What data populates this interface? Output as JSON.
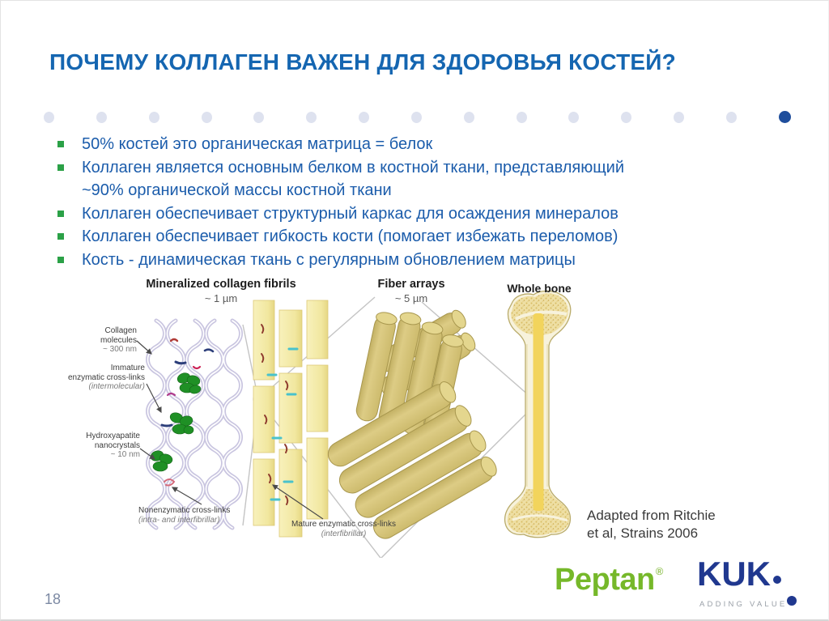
{
  "title": "ПОЧЕМУ КОЛЛАГЕН ВАЖЕН ДЛЯ ЗДОРОВЬЯ КОСТЕЙ?",
  "divider": {
    "dot_count": 15,
    "active_dot_position": "last"
  },
  "bullets": [
    {
      "text": "50% костей это органическая матрица = белок"
    },
    {
      "text": "Коллаген является основным белком в костной ткани, представляющий\n~90% органической массы костной ткани"
    },
    {
      "text": "Коллаген обеспечивает структурный каркас для осаждения минералов"
    },
    {
      "text": "Коллаген обеспечивает гибкость кости (помогает избежать переломов)"
    },
    {
      "text": "Кость - динамическая ткань с регулярным обновлением матрицы"
    }
  ],
  "diagram": {
    "sections": [
      {
        "label": "Mineralized collagen fibrils",
        "scale": "~ 1 µm"
      },
      {
        "label": "Fiber arrays",
        "scale": "~ 5 µm"
      },
      {
        "label": "Whole bone",
        "scale": ""
      }
    ],
    "annotations": [
      {
        "title": "Collagen\nmolecules",
        "note": "~ 300 nm"
      },
      {
        "title": "Immature\nenzymatic cross-links",
        "note": "(intermolecular)"
      },
      {
        "title": "Hydroxyapatite\nnanocrystals",
        "note": "~ 10 nm"
      },
      {
        "title": "Nonenzymatic cross-links",
        "note": "(intra- and interfibrillar)"
      },
      {
        "title": "Mature enzymatic cross-links",
        "note": "(interfibrillar)"
      }
    ],
    "credit": "Adapted from Ritchie\net al, Strains 2006"
  },
  "footer": {
    "page_number": "18",
    "peptan_logo": "Peptan",
    "peptan_reg": "®",
    "kuk_logo": "KUK",
    "kuk_tagline": "ADDING VALUE"
  },
  "colors": {
    "title_blue": "#1566b1",
    "bullet_text_blue": "#1b5cab",
    "bullet_marker_green": "#2ba147",
    "accent_navy": "#1f4e9c",
    "divider_dot_gray": "#dee2ef",
    "peptan_green": "#76b82a",
    "kuk_navy": "#20388f"
  }
}
